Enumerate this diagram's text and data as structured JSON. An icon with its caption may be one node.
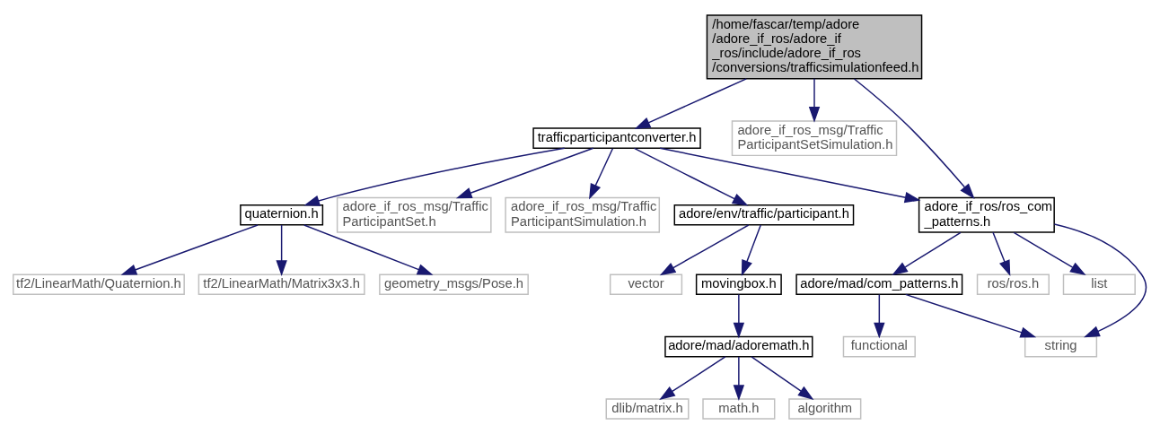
{
  "diagram": {
    "nodes": [
      {
        "text": [
          "/home/fascar/temp/adore /adore_if_ros/adore_if _ros/include/adore_if_ros /conversions/trafficsimulationfeed.h"
        ]
      },
      {
        "text": [
          "trafficparticipantconverter.h"
        ]
      },
      {
        "text": [
          "adore_if_ros_msg/Traffic ParticipantSetSimulation.h"
        ]
      },
      {
        "text": [
          "quaternion.h"
        ]
      },
      {
        "text": [
          "adore_if_ros_msg/Traffic ParticipantSet.h"
        ]
      },
      {
        "text": [
          "adore_if_ros_msg/Traffic ParticipantSimulation.h"
        ]
      },
      {
        "text": [
          "adore/env/traffic/participant.h"
        ]
      },
      {
        "text": [
          "adore_if_ros/ros_com _patterns.h"
        ]
      },
      {
        "text": [
          "tf2/LinearMath/Quaternion.h"
        ]
      },
      {
        "text": [
          "tf2/LinearMath/Matrix3x3.h"
        ]
      },
      {
        "text": [
          "geometry_msgs/Pose.h"
        ]
      },
      {
        "text": [
          "vector"
        ]
      },
      {
        "text": [
          "movingbox.h"
        ]
      },
      {
        "text": [
          "adore/mad/com_patterns.h"
        ]
      },
      {
        "text": [
          "ros/ros.h"
        ]
      },
      {
        "text": [
          "list"
        ]
      },
      {
        "text": [
          "adore/mad/adoremath.h"
        ]
      },
      {
        "text": [
          "functional"
        ]
      },
      {
        "text": [
          "string"
        ]
      },
      {
        "text": [
          "dlib/matrix.h"
        ]
      },
      {
        "text": [
          "math.h"
        ]
      },
      {
        "text": [
          "algorithm"
        ]
      }
    ],
    "edges": [
      {
        "from": 0,
        "to": 1,
        "arrow": "to"
      },
      {
        "from": 0,
        "to": 7,
        "arrow": "to"
      },
      {
        "from": 0,
        "to": 2,
        "arrow": "to"
      },
      {
        "from": 1,
        "to": 3,
        "arrow": "to"
      },
      {
        "from": 1,
        "to": 4,
        "arrow": "to"
      },
      {
        "from": 1,
        "to": 5,
        "arrow": "to"
      },
      {
        "from": 1,
        "to": 6,
        "arrow": "to"
      },
      {
        "from": 1,
        "to": 7,
        "arrow": "to"
      },
      {
        "from": 3,
        "to": 8,
        "arrow": "to"
      },
      {
        "from": 3,
        "to": 9,
        "arrow": "to"
      },
      {
        "from": 3,
        "to": 10,
        "arrow": "to"
      },
      {
        "from": 6,
        "to": 11,
        "arrow": "to"
      },
      {
        "from": 6,
        "to": 12,
        "arrow": "to"
      },
      {
        "from": 7,
        "to": 13,
        "arrow": "to"
      },
      {
        "from": 7,
        "to": 18,
        "arrow": "to"
      },
      {
        "from": 7,
        "to": 14,
        "arrow": "to"
      },
      {
        "from": 7,
        "to": 15,
        "arrow": "to"
      },
      {
        "from": 13,
        "to": 17,
        "arrow": "to"
      },
      {
        "from": 13,
        "to": 18,
        "arrow": "to"
      },
      {
        "from": 12,
        "to": 16,
        "arrow": "to"
      },
      {
        "from": 16,
        "to": 19,
        "arrow": "to"
      },
      {
        "from": 16,
        "to": 20,
        "arrow": "to"
      },
      {
        "from": 16,
        "to": 21,
        "arrow": "to"
      }
    ]
  }
}
